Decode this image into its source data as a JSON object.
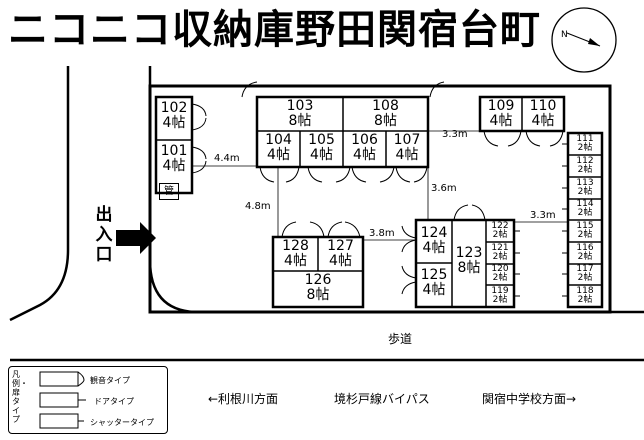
{
  "title": "ニコニコ収納庫野田関宿台町",
  "compass_label": "N",
  "entrance": [
    "出",
    "入",
    "口"
  ],
  "kanri_label": "管",
  "units": {
    "u102": {
      "num": "102",
      "size": "4帖"
    },
    "u101": {
      "num": "101",
      "size": "4帖"
    },
    "u103": {
      "num": "103",
      "size": "8帖"
    },
    "u108": {
      "num": "108",
      "size": "8帖"
    },
    "u104": {
      "num": "104",
      "size": "4帖"
    },
    "u105": {
      "num": "105",
      "size": "4帖"
    },
    "u106": {
      "num": "106",
      "size": "4帖"
    },
    "u107": {
      "num": "107",
      "size": "4帖"
    },
    "u109": {
      "num": "109",
      "size": "4帖"
    },
    "u110": {
      "num": "110",
      "size": "4帖"
    },
    "u128": {
      "num": "128",
      "size": "4帖"
    },
    "u127": {
      "num": "127",
      "size": "4帖"
    },
    "u126": {
      "num": "126",
      "size": "8帖"
    },
    "u124": {
      "num": "124",
      "size": "4帖"
    },
    "u125": {
      "num": "125",
      "size": "4帖"
    },
    "u123": {
      "num": "123",
      "size": "8帖"
    },
    "u122": {
      "num": "122",
      "size": "2帖"
    },
    "u121": {
      "num": "121",
      "size": "2帖"
    },
    "u120": {
      "num": "120",
      "size": "2帖"
    },
    "u119": {
      "num": "119",
      "size": "2帖"
    },
    "u111": {
      "num": "111",
      "size": "2帖"
    },
    "u112": {
      "num": "112",
      "size": "2帖"
    },
    "u113": {
      "num": "113",
      "size": "2帖"
    },
    "u114": {
      "num": "114",
      "size": "2帖"
    },
    "u115": {
      "num": "115",
      "size": "2帖"
    },
    "u116": {
      "num": "116",
      "size": "2帖"
    },
    "u117": {
      "num": "117",
      "size": "2帖"
    },
    "u118": {
      "num": "118",
      "size": "2帖"
    }
  },
  "distances": {
    "d44": "4.4m",
    "d48": "4.8m",
    "d33a": "3.3m",
    "d36": "3.6m",
    "d33b": "3.3m",
    "d38": "3.8m"
  },
  "roads": {
    "sidewalk": "歩道",
    "left_dir": "←利根川方面",
    "bypass": "境杉戸線バイパス",
    "right_dir": "関宿中学校方面→"
  },
  "legend": {
    "title": "凡例・扉タイプ",
    "kannon": "観音タイプ",
    "door": "ドアタイプ",
    "shutter": "シャッタータイプ"
  }
}
